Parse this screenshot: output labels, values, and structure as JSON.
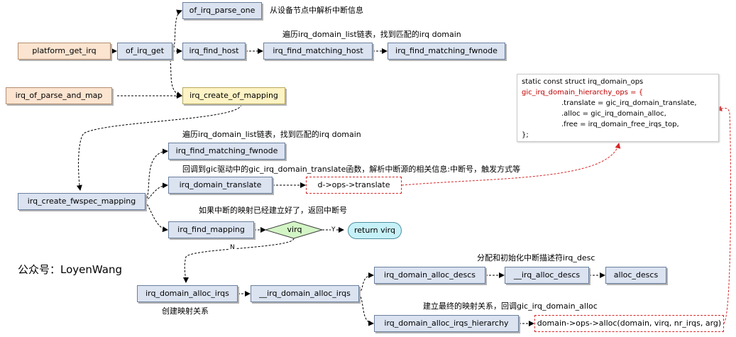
{
  "nodes": {
    "platform_get_irq": "platform_get_irq",
    "of_irq_get": "of_irq_get",
    "of_irq_parse_one": "of_irq_parse_one",
    "irq_find_host": "irq_find_host",
    "irq_find_matching_host": "irq_find_matching_host",
    "irq_find_matching_fwnode_top": "irq_find_matching_fwnode",
    "irq_of_parse_and_map": "irq_of_parse_and_map",
    "irq_create_of_mapping": "irq_create_of_mapping",
    "irq_create_fwspec_mapping": "irq_create_fwspec_mapping",
    "irq_find_matching_fwnode_mid": "irq_find_matching_fwnode",
    "irq_domain_translate": "irq_domain_translate",
    "d_ops_translate": "d->ops->translate",
    "irq_find_mapping": "irq_find_mapping",
    "virq": "virq",
    "return_virq": "return virq",
    "irq_domain_alloc_irqs": "irq_domain_alloc_irqs",
    "__irq_domain_alloc_irqs": "__irq_domain_alloc_irqs",
    "irq_domain_alloc_descs": "irq_domain_alloc_descs",
    "__irq_alloc_descs": "__irq_alloc_descs",
    "alloc_descs": "alloc_descs",
    "irq_domain_alloc_irqs_hierarchy": "irq_domain_alloc_irqs_hierarchy",
    "domain_ops_alloc": "domain->ops->alloc(domain, virq, nr_irqs, arg)"
  },
  "notes": {
    "parse_one": "从设备节点中解析中断信息",
    "traverse_top": "遍历irq_domain_list链表，找到匹配的irq domain",
    "traverse_mid": "遍历irq_domain_list链表，找到匹配的irq domain",
    "callback_translate": "回调到gic驱动中的gic_irq_domain_translate函数，解析中断源的相关信息:中断号，触发方式等",
    "already_mapped": "如果中断的映射已经建立好了，返回中断号",
    "alloc_desc": "分配和初始化中断描述符irq_desc",
    "create_map": "创建映射关系",
    "final_map": "建立最终的映射关系，回调gic_irq_domain_alloc",
    "wechat": "公众号：LoyenWang"
  },
  "edge_labels": {
    "yes": "Y",
    "no": "N"
  },
  "ops_struct": {
    "line1": "static const struct irq_domain_ops",
    "line2": "gic_irq_domain_hierarchy_ops = {",
    "line3": ".translate = gic_irq_domain_translate,",
    "line4": ".alloc = gic_irq_domain_alloc,",
    "line5": ".free = irq_domain_free_irqs_top,",
    "line6": "};"
  },
  "colors": {
    "box_fill": "#dbe3f1",
    "orange_fill": "#fbe4d0",
    "yellow_fill": "#fdf3c4",
    "pill_fill": "#c6f1f8",
    "diamond_fill": "#d3f5c5",
    "accent_red": "#d62728"
  }
}
